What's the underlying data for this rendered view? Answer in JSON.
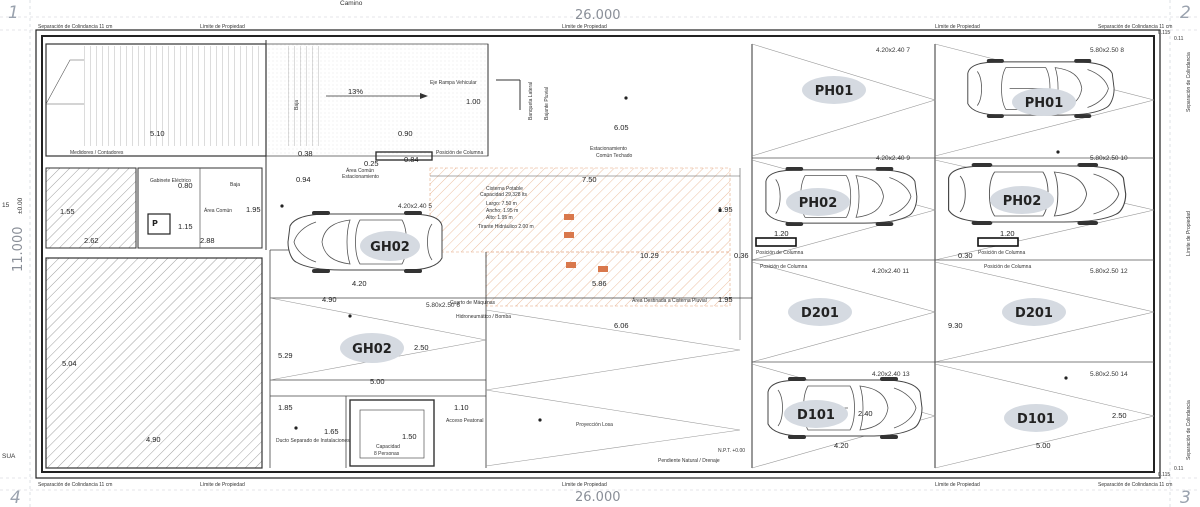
{
  "corners": {
    "top_left": "1",
    "top_right": "2",
    "bottom_right": "3",
    "bottom_left": "4"
  },
  "dims": {
    "top_total": "26.000",
    "bottom_total": "26.000",
    "left_total": "11.000",
    "left_zero": "±0.00",
    "top_edge": "Camino",
    "bottom_left_edge": "SUA",
    "left_edge_number": "15"
  },
  "property_labels": {
    "top_left": "Límite de Propiedad",
    "top_center": "Límite de Propiedad",
    "top_right": "Límite de Propiedad",
    "bottom_left": "Límite de Propiedad",
    "bottom_center": "Límite de Propiedad",
    "bottom_right": "Límite de Propiedad",
    "right_side": "Límite de Propiedad",
    "sep_tl": "Separación de Colindancia 11 cm",
    "sep_tr": "Separación de Colindancia 11 cm",
    "sep_bl": "Separación de Colindancia 11 cm",
    "sep_br": "Separación de Colindancia 11 cm",
    "sep_right_top": "Separación de Colindancia",
    "sep_right_bottom": "Separación de Colindancia"
  },
  "corner_values": {
    "tr_top": "0.115",
    "tr_right": "0.11",
    "br_right": "0.11",
    "br_bottom": "0.115"
  },
  "spaces": {
    "ph01_a": "PH01",
    "ph01_b": "PH01",
    "ph02_a": "PH02",
    "ph02_b": "PH02",
    "gh02_a": "GH02",
    "gh02_b": "GH02",
    "d201_a": "D201",
    "d201_b": "D201",
    "d101_a": "D101",
    "d101_b": "D101"
  },
  "stall_tags": {
    "s7": "4.20x2.40  7",
    "s8": "5.80x2.50  8",
    "s9": "4.20x2.40  9",
    "s10": "5.80x2.50  10",
    "s5": "4.20x2.40  5",
    "s6": "5.80x2.50  6",
    "s11": "4.20x2.40  11",
    "s12": "5.80x2.50  12",
    "s13": "4.20x2.40  13",
    "s14": "5.80x2.50  14"
  },
  "dimensions": {
    "d510": "5.10",
    "d090": "0.90",
    "d605": "6.05",
    "d100": "1.00",
    "d038": "0.38",
    "d025": "0.25",
    "d084": "0.84",
    "d094": "0.94",
    "d155": "1.55",
    "d262": "2.62",
    "d080": "0.80",
    "d115": "1.15",
    "d288": "2.88",
    "d195": "1.95",
    "d750": "7.50",
    "d195b": "1.95",
    "d420": "4.20",
    "d120": "1.20",
    "d120b": "1.20",
    "d036": "0.36",
    "d030": "0.30",
    "d1029": "10.29",
    "d490": "4.90",
    "d586": "5.86",
    "d606": "6.06",
    "d195c": "1.95",
    "d930": "9.30",
    "d529": "5.29",
    "d250": "2.50",
    "d500": "5.00",
    "d504": "5.04",
    "d490b": "4.90",
    "d185": "1.85",
    "d165": "1.65",
    "d110": "1.10",
    "d150": "1.50",
    "d240": "2.40",
    "d420b": "4.20",
    "d250b": "2.50",
    "d500b": "5.00",
    "d420c": "4.20"
  },
  "annotations": {
    "ramp": "13%",
    "ramp_label": "Eje Rampa Vehicular",
    "bajante": "Bajante Pluvial",
    "banqueta": "Banqueta Lateral",
    "columna_top": "Posición de Columna",
    "medidores": "Medidores / Contadores",
    "electrico": "Gabinete Eléctrico",
    "comun": "Área Común",
    "estacionamiento": "Estacionamiento",
    "comun_techado": "Común Techado",
    "baja": "Baja",
    "cisterna_title": "Cisterna Potable",
    "cisterna_cap": "Capacidad 29,328 lts",
    "cisterna_largo": "Largo: 7.50 m",
    "cisterna_ancho": "Ancho: 1.95 m",
    "cisterna_alto": "Alto: 1.95 m",
    "cisterna_nota": "Tirante Hidráulico 2.00 m",
    "columna_1": "Posición de Columna",
    "columna_2": "Posición de Columna",
    "columna_3": "Posición de Columna",
    "columna_4": "Posición de Columna",
    "cuarto_maquinas": "Cuarto de Máquinas",
    "cuarto_sub": "Hidroneumático / Bomba",
    "area_destinada": "Área Destinada a Cisterna Pluvial",
    "ducto": "Ducto Separado de Instalaciones",
    "acceso": "Acceso Peatonal",
    "elevador_cap": "Capacidad",
    "elevador_personas": "8 Personas",
    "proyeccion": "Proyección Losa",
    "pendiente": "Pendiente Natural / Drenaje",
    "nivel": "N.P.T. +0.00"
  }
}
